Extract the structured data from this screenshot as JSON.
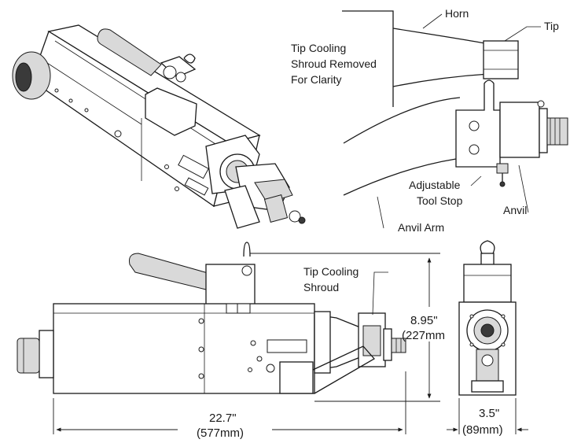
{
  "labels": {
    "horn": "Horn",
    "tip": "Tip",
    "tip_shroud_removed": [
      "Tip Cooling",
      "Shroud Removed",
      "For Clarity"
    ],
    "adjustable_tool_stop": [
      "Adjustable",
      "Tool Stop"
    ],
    "anvil": "Anvil",
    "anvil_arm": "Anvil Arm",
    "tip_cooling_shroud": [
      "Tip Cooling",
      "Shroud"
    ]
  },
  "dimensions": {
    "height_in": "8.95\"",
    "height_mm": "(227mm",
    "length_in": "22.7\"",
    "length_mm": "(577mm)",
    "width_in": "3.5\"",
    "width_mm": "(89mm)"
  }
}
